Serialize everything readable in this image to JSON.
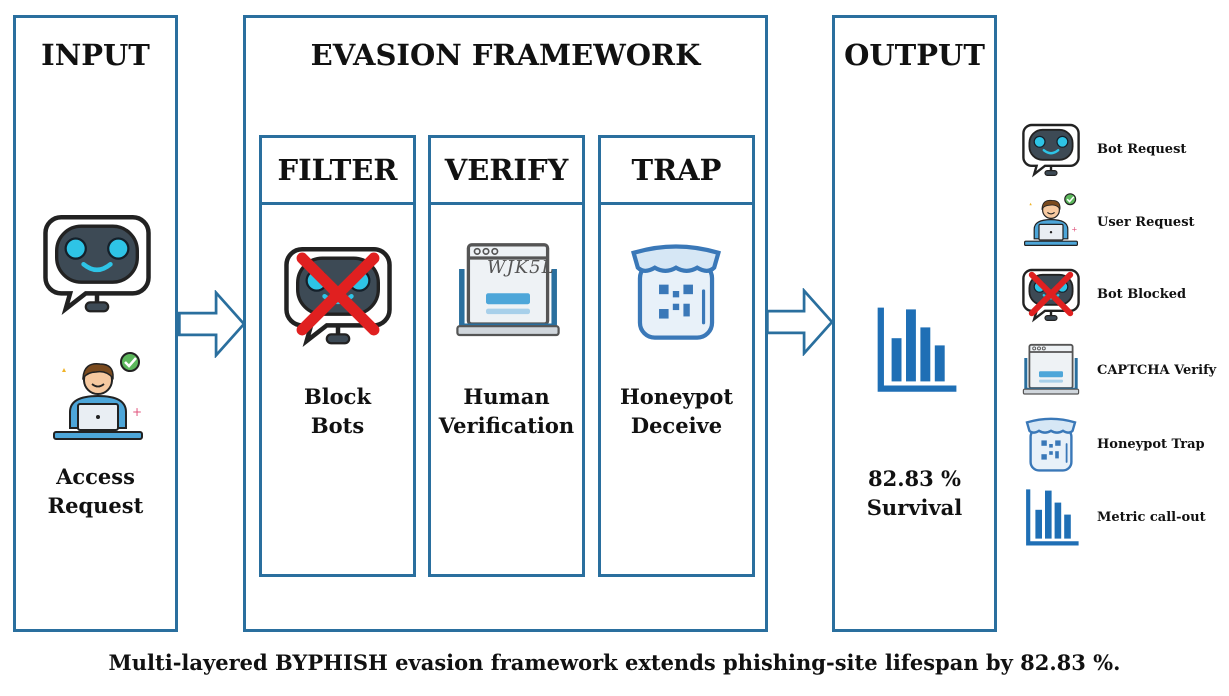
{
  "input": {
    "title": "INPUT",
    "label_line1": "Access",
    "label_line2": "Request"
  },
  "framework": {
    "title": "EVASION FRAMEWORK",
    "stages": [
      {
        "title": "FILTER",
        "label_line1": "Block",
        "label_line2": "Bots"
      },
      {
        "title": "VERIFY",
        "label_line1": "Human",
        "label_line2": "Verification"
      },
      {
        "title": "TRAP",
        "label_line1": "Honeypot",
        "label_line2": "Deceive"
      }
    ]
  },
  "output": {
    "title": "OUTPUT",
    "value": "82.83 %",
    "label": "Survival"
  },
  "legend": [
    {
      "label": "Bot Request",
      "icon": "bot-icon"
    },
    {
      "label": "User Request",
      "icon": "user-laptop-icon"
    },
    {
      "label": "Bot Blocked",
      "icon": "bot-blocked-icon"
    },
    {
      "label": "CAPTCHA Verify",
      "icon": "captcha-icon"
    },
    {
      "label": "Honeypot Trap",
      "icon": "honeypot-jar-icon"
    },
    {
      "label": "Metric call-out",
      "icon": "bar-chart-icon"
    }
  ],
  "captcha_text": "WJK5L",
  "caption": "Multi-layered BYPHISH evasion framework extends phishing-site lifespan by 82.83 %.",
  "colors": {
    "border": "#2a6f9e",
    "accent": "#1f6fb5",
    "block": "#e02020",
    "bot_body": "#3d4a55",
    "bot_eye": "#2ec4e6"
  }
}
